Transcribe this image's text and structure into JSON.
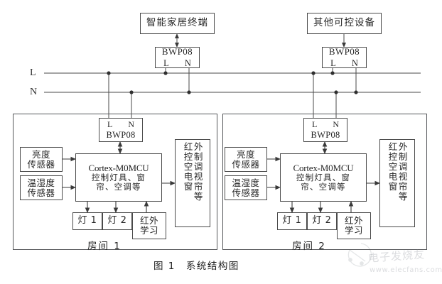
{
  "figure": {
    "caption": "图 1　系统结构图",
    "background_color": "#ffffff",
    "line_color": "#4a4a4a"
  },
  "top_devices": [
    {
      "label": "智能家居终端"
    },
    {
      "label": "其他可控设备"
    }
  ],
  "top_couplers": [
    {
      "title": "BWP08",
      "pin_l": "L",
      "pin_n": "N"
    },
    {
      "title": "BWP08",
      "pin_l": "L",
      "pin_n": "N"
    }
  ],
  "bus": {
    "line_l_label": "L",
    "line_n_label": "N"
  },
  "rooms": [
    {
      "name": "房间 1",
      "coupler": {
        "pin_l": "L",
        "pin_n": "N",
        "title": "BWP08"
      },
      "sensors": [
        {
          "line1": "亮度",
          "line2": "传感器"
        },
        {
          "line1": "温湿度",
          "line2": "传感器"
        }
      ],
      "mcu": {
        "line1": "Cortex-M0MCU",
        "line2": "控制灯具、窗",
        "line3": "帘、空调等"
      },
      "ir_output": {
        "col_right": "外制调视帘等",
        "col_left": "红控空电窗"
      },
      "lamps": [
        {
          "label": "灯 1"
        },
        {
          "label": "灯 2"
        }
      ],
      "ir_learn": {
        "line1": "红外",
        "line2": "学习"
      }
    },
    {
      "name": "房间 2",
      "coupler": {
        "pin_l": "L",
        "pin_n": "N",
        "title": "BWP08"
      },
      "sensors": [
        {
          "line1": "亮度",
          "line2": "传感器"
        },
        {
          "line1": "温湿度",
          "line2": "传感器"
        }
      ],
      "mcu": {
        "line1": "Cortex-M0MCU",
        "line2": "控制灯具、窗",
        "line3": "帘、空调等"
      },
      "ir_output": {
        "col_right": "外制调视帘等",
        "col_left": "红控空电窗"
      },
      "lamps": [
        {
          "label": "灯 1"
        },
        {
          "label": "灯 2"
        }
      ],
      "ir_learn": {
        "line1": "红外",
        "line2": "学习"
      }
    }
  ],
  "watermark": {
    "text_cn": "电子发烧友",
    "text_url": "www.elecfans.com"
  }
}
